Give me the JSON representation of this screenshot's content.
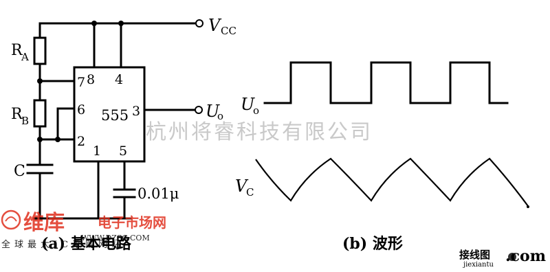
{
  "circuit": {
    "vcc": "V",
    "vcc_sub": "CC",
    "uo": "U",
    "uo_sub": "o",
    "ra": "R",
    "ra_sub": "A",
    "rb": "R",
    "rb_sub": "B",
    "c": "C",
    "chip": "555",
    "pin7": "7",
    "pin8": "8",
    "pin4": "4",
    "pin6": "6",
    "pin3": "3",
    "pin2": "2",
    "pin1": "1",
    "pin5": "5",
    "cap_value": "0.01μ",
    "caption": "(a) 基本电路"
  },
  "waveform": {
    "uo": "U",
    "uo_sub": "o",
    "vc": "V",
    "vc_sub": "C",
    "caption": "(b) 波形"
  },
  "watermark": {
    "company": "杭州将睿科技有限公司",
    "logo_main": "维库",
    "logo_sub": "电子市场网",
    "logo_url": "WWW.DZSC.COM",
    "logo_slogan": "全球最大IC采购网站",
    "site": "接线图",
    "site_url": "jiexiantu",
    "site_com": ".com"
  }
}
